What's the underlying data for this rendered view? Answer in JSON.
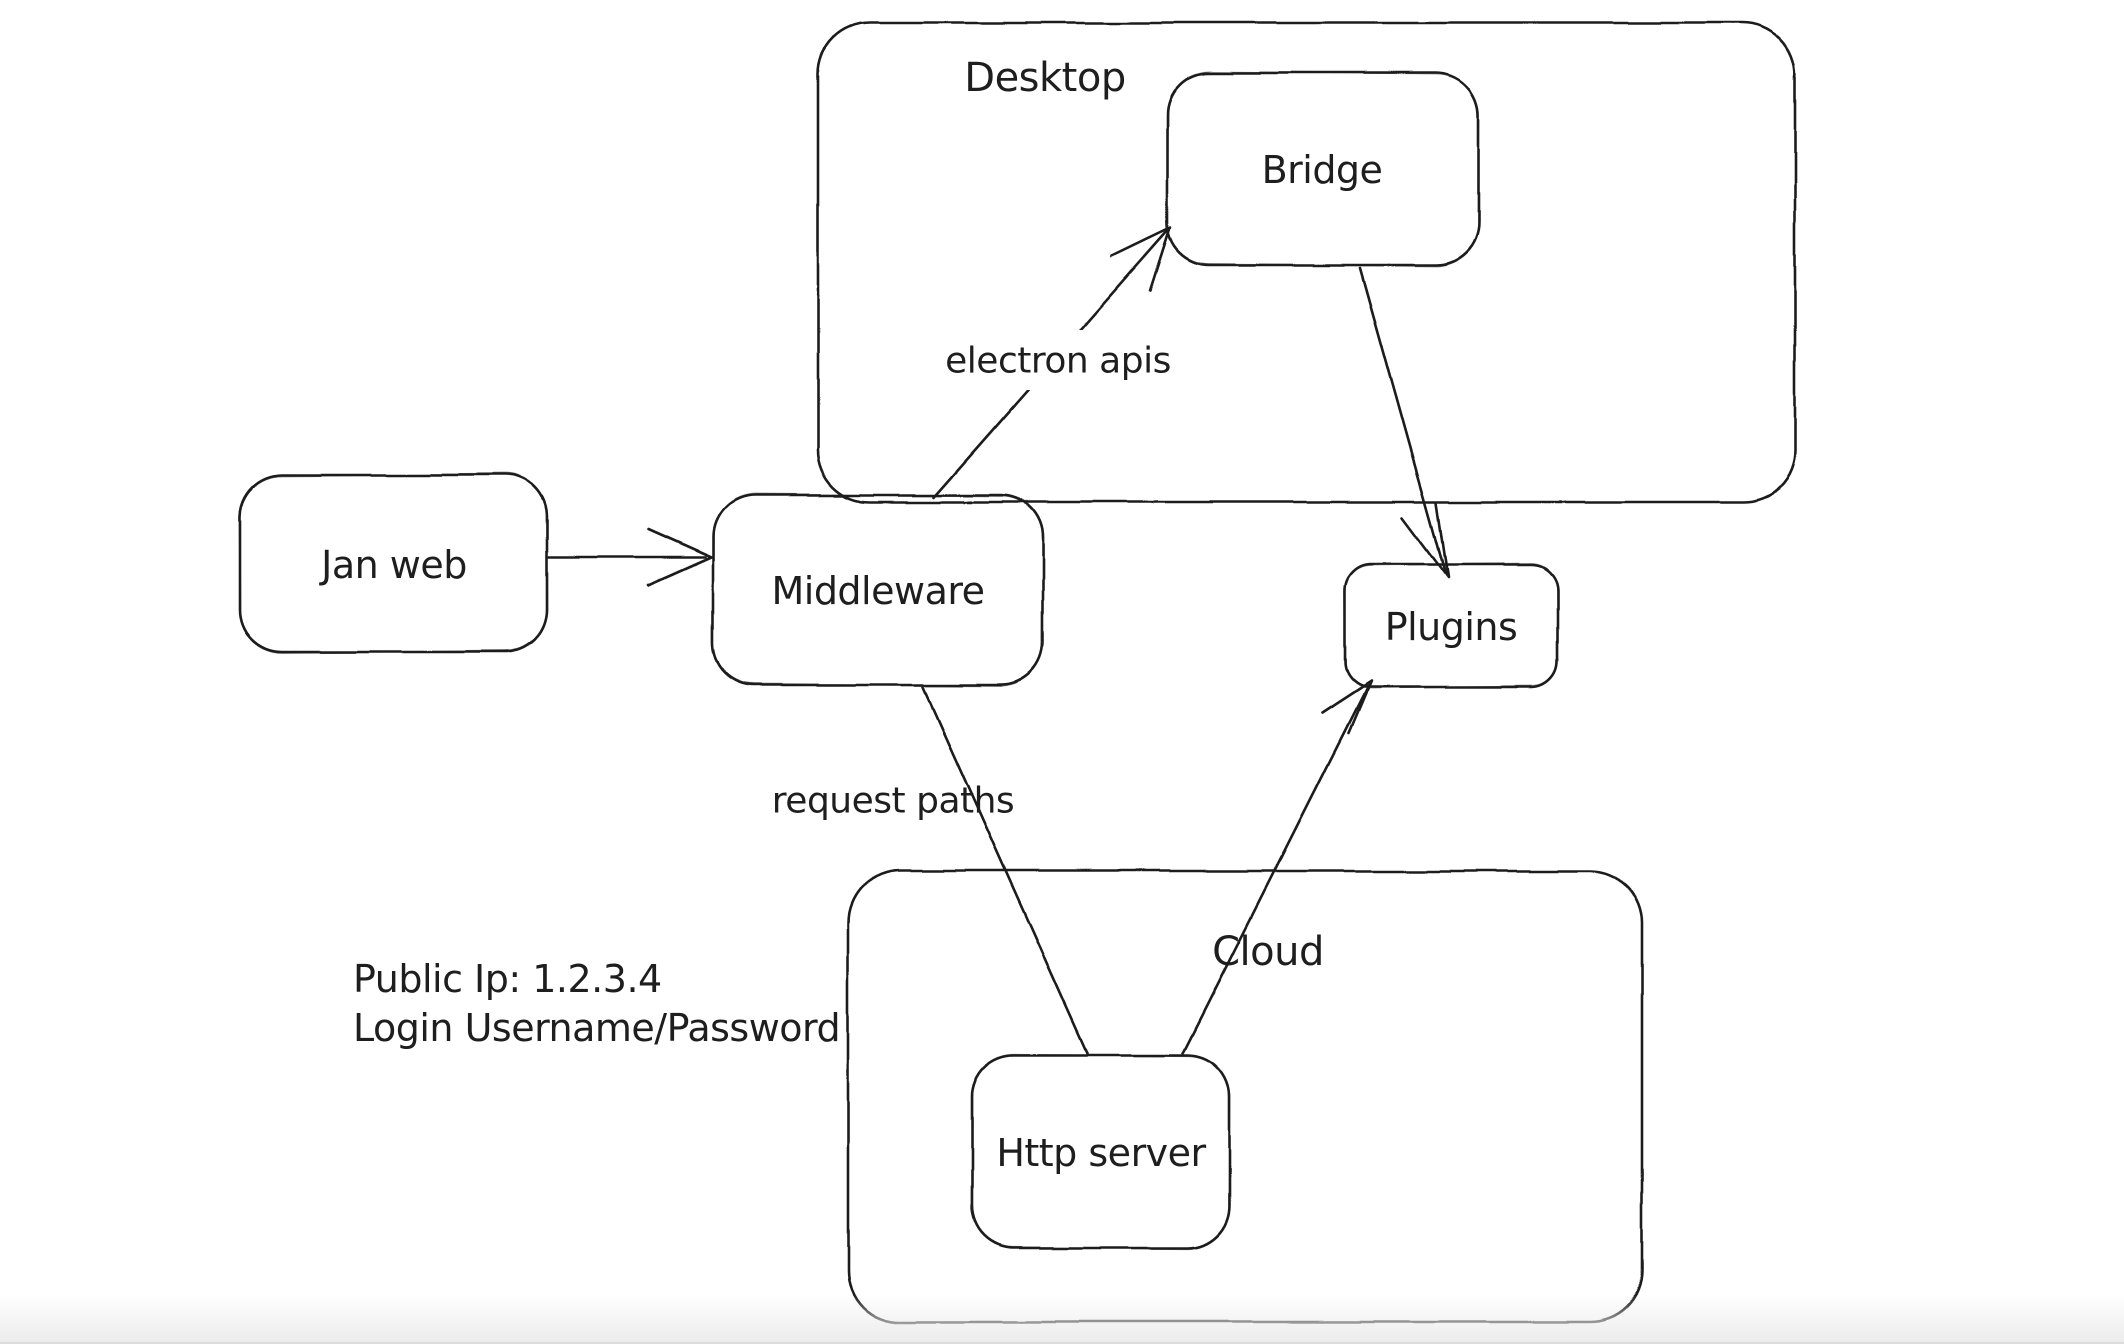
{
  "canvas": {
    "background": "#ffffff",
    "stroke_color": "#1e1e1e"
  },
  "containers": [
    {
      "label": "Desktop"
    },
    {
      "label": "Cloud"
    }
  ],
  "nodes": [
    {
      "label": "Jan web"
    },
    {
      "label": "Middleware"
    },
    {
      "label": "Bridge"
    },
    {
      "label": "Plugins"
    },
    {
      "label": "Http server"
    }
  ],
  "edges": [
    {
      "from": "Jan web",
      "to": "Middleware",
      "label": ""
    },
    {
      "from": "Middleware",
      "to": "Bridge",
      "label": "electron apis"
    },
    {
      "from": "Bridge",
      "to": "Plugins",
      "label": ""
    },
    {
      "from": "Middleware",
      "to": "Http server",
      "label": "request paths"
    },
    {
      "from": "Http server",
      "to": "Plugins",
      "label": ""
    }
  ],
  "annotations": [
    {
      "text": "Public Ip: 1.2.3.4"
    },
    {
      "text": "Login Username/Password"
    }
  ]
}
